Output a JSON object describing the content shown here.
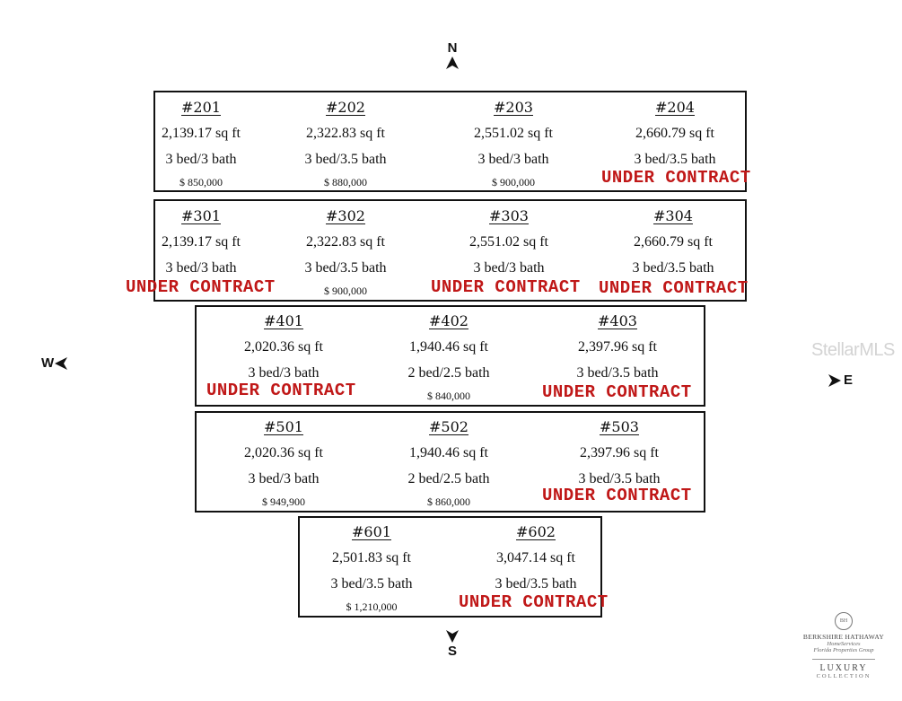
{
  "compass": {
    "north": "N",
    "south": "S",
    "west": "W",
    "east": "E"
  },
  "watermark": "StellarMLS",
  "status_label": "UNDER CONTRACT",
  "brand": {
    "line1": "BERKSHIRE HATHAWAY",
    "line2": "HomeServices",
    "line3": "Florida Properties Group",
    "line4": "LUXURY",
    "line5": "COLLECTION"
  },
  "floors": [
    {
      "units": [
        {
          "num": "#201",
          "sqft": "2,139.17 sq ft",
          "beds": "3 bed/3 bath",
          "price": "$ 850,000"
        },
        {
          "num": "#202",
          "sqft": "2,322.83 sq ft",
          "beds": "3 bed/3.5 bath",
          "price": "$ 880,000"
        },
        {
          "num": "#203",
          "sqft": "2,551.02 sq ft",
          "beds": "3 bed/3 bath",
          "price": "$ 900,000"
        },
        {
          "num": "#204",
          "sqft": "2,660.79 sq ft",
          "beds": "3 bed/3.5 bath",
          "status": "UNDER CONTRACT"
        }
      ]
    },
    {
      "units": [
        {
          "num": "#301",
          "sqft": "2,139.17 sq ft",
          "beds": "3 bed/3 bath",
          "status": "UNDER CONTRACT"
        },
        {
          "num": "#302",
          "sqft": "2,322.83 sq ft",
          "beds": "3 bed/3.5 bath",
          "price": "$ 900,000"
        },
        {
          "num": "#303",
          "sqft": "2,551.02 sq ft",
          "beds": "3 bed/3 bath",
          "status": "UNDER CONTRACT"
        },
        {
          "num": "#304",
          "sqft": "2,660.79 sq ft",
          "beds": "3 bed/3.5 bath",
          "status": "UNDER CONTRACT"
        }
      ]
    },
    {
      "units": [
        {
          "num": "#401",
          "sqft": "2,020.36 sq ft",
          "beds": "3 bed/3 bath",
          "status": "UNDER CONTRACT"
        },
        {
          "num": "#402",
          "sqft": "1,940.46 sq ft",
          "beds": "2 bed/2.5 bath",
          "price": "$ 840,000"
        },
        {
          "num": "#403",
          "sqft": "2,397.96 sq ft",
          "beds": "3 bed/3.5 bath",
          "status": "UNDER CONTRACT"
        }
      ]
    },
    {
      "units": [
        {
          "num": "#501",
          "sqft": "2,020.36 sq ft",
          "beds": "3 bed/3 bath",
          "price": "$ 949,900"
        },
        {
          "num": "#502",
          "sqft": "1,940.46 sq ft",
          "beds": "2 bed/2.5 bath",
          "price": "$ 860,000"
        },
        {
          "num": "#503",
          "sqft": "2,397.96 sq ft",
          "beds": "3 bed/3.5 bath",
          "status": "UNDER CONTRACT"
        }
      ]
    },
    {
      "units": [
        {
          "num": "#601",
          "sqft": "2,501.83 sq ft",
          "beds": "3 bed/3.5 bath",
          "price": "$ 1,210,000"
        },
        {
          "num": "#602",
          "sqft": "3,047.14 sq ft",
          "beds": "3 bed/3.5 bath",
          "status": "UNDER CONTRACT"
        }
      ]
    }
  ]
}
